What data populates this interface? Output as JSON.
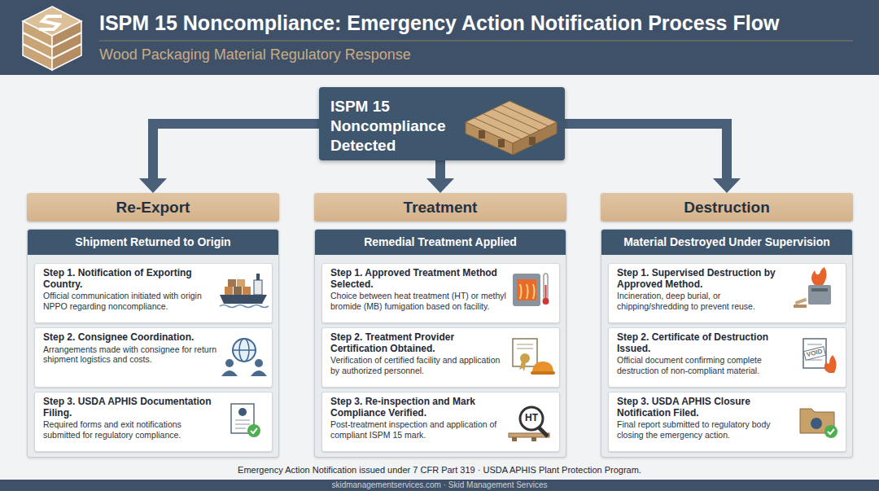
{
  "diagram": {
    "title": "ISPM 15 Noncompliance: Emergency Action Notification Process Flow",
    "caption": "Emergency Action Notification issued under 7 CFR Part 319 · USDA APHIS Plant Protection Program.",
    "nodes": [
      {
        "text": [
          "ISPM 15 Noncompliance Detected"
        ]
      },
      {
        "text": [
          "Re-Export"
        ]
      },
      {
        "text": [
          "Shipment Returned to Origin"
        ]
      },
      {
        "text": [
          "Step 1. Notification of Exporting Country.",
          "Official communication initiated with origin NPPO regarding noncompliance."
        ],
        "in": 2
      },
      {
        "text": [
          "Step 2. Consignee Coordination.",
          "Arrangements made with consignee for return shipment logistics and costs."
        ],
        "in": 2
      },
      {
        "text": [
          "Step 3. USDA APHIS Documentation Filing.",
          "Required forms and exit notifications submitted for regulatory compliance."
        ],
        "in": 2
      },
      {
        "text": [
          "Treatment"
        ]
      },
      {
        "text": [
          "Remedial Treatment Applied"
        ]
      },
      {
        "text": [
          "Step 1. Approved Treatment Method Selected.",
          "Choice between heat treatment (HT) or methyl bromide (MB) fumigation based on facility."
        ],
        "in": 7
      },
      {
        "text": [
          "Step 2. Treatment Provider Certification Obtained.",
          "Verification of certified facility and application by authorized personnel."
        ],
        "in": 7
      },
      {
        "text": [
          "Step 3. Re-inspection and Mark Compliance Verified.",
          "Post-treatment inspection and application of compliant ISPM 15 mark."
        ],
        "in": 7
      },
      {
        "text": [
          "Destruction"
        ]
      },
      {
        "text": [
          "Material Destroyed Under Supervision"
        ]
      },
      {
        "text": [
          "Step 1. Supervised Destruction by Approved Method.",
          "Incineration, deep burial, or chipping/shredding to prevent reuse."
        ],
        "in": 12
      },
      {
        "text": [
          "Step 2. Certificate of Destruction Issued.",
          "Official document confirming complete destruction of non-compliant material."
        ],
        "in": 12
      },
      {
        "text": [
          "Step 3. USDA APHIS Closure Notification Filed.",
          "Final report submitted to regulatory body closing the emergency action."
        ],
        "in": 12
      }
    ],
    "edges": [
      {
        "from": 0,
        "to": 1,
        "arrow": "to"
      },
      {
        "from": 0,
        "to": 6,
        "arrow": "to"
      },
      {
        "from": 0,
        "to": 11,
        "arrow": "to"
      }
    ],
    "labels": [
      "Wood Packaging Material Regulatory Response",
      "HT",
      "VOID",
      "skidmanagementservices.com · Skid Management Services"
    ]
  }
}
